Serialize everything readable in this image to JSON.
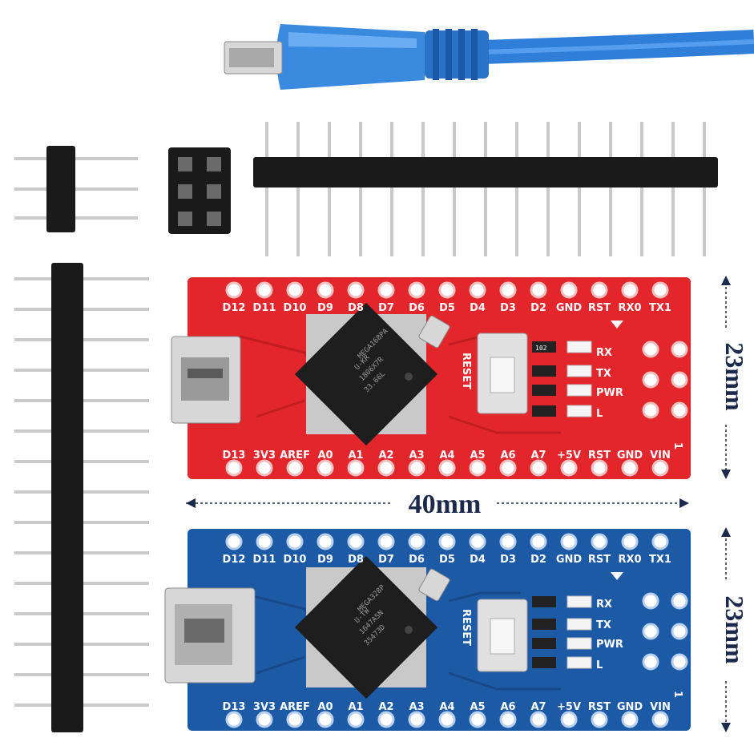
{
  "colors": {
    "red_board": "#e3262c",
    "red_trace": "#c21c22",
    "blue_board": "#1d5aa6",
    "blue_trace": "#17498a",
    "cable": "#2f7fd8",
    "pin_header": "#1a1a1a",
    "pin_metal": "#c9c9c9",
    "dimension_text": "#1b2a4a"
  },
  "dimensions": {
    "height_red": "23mm",
    "height_blue": "23mm",
    "width": "40mm"
  },
  "red_board": {
    "top_pins": [
      "D12",
      "D11",
      "D10",
      "D9",
      "D8",
      "D7",
      "D6",
      "D5",
      "D4",
      "D3",
      "D2",
      "GND",
      "RST",
      "RX0",
      "TX1"
    ],
    "bottom_pins": [
      "D13",
      "3V3",
      "AREF",
      "A0",
      "A1",
      "A2",
      "A3",
      "A4",
      "A5",
      "A6",
      "A7",
      "+5V",
      "RST",
      "GND",
      "VIN"
    ],
    "reset_label": "RESET",
    "led_labels": [
      "RX",
      "TX",
      "PWR",
      "L"
    ],
    "one_label": "1",
    "chip_lines": [
      "MEGA168PA",
      "U-KR",
      "1806X7R",
      "33.66L"
    ],
    "resistor_label": "102"
  },
  "blue_board": {
    "top_pins": [
      "D12",
      "D11",
      "D10",
      "D9",
      "D8",
      "D7",
      "D6",
      "D5",
      "D4",
      "D3",
      "D2",
      "GND",
      "RST",
      "RX0",
      "TX1"
    ],
    "bottom_pins": [
      "D13",
      "3V3",
      "AREF",
      "A0",
      "A1",
      "A2",
      "A3",
      "A4",
      "A5",
      "A6",
      "A7",
      "+5V",
      "RST",
      "GND",
      "VIN"
    ],
    "reset_label": "RESET",
    "led_labels": [
      "RX",
      "TX",
      "PWR",
      "L"
    ],
    "one_label": "1",
    "chip_lines": [
      "MEGA328P",
      "U-TW",
      "1647A5N",
      "35473D"
    ]
  }
}
